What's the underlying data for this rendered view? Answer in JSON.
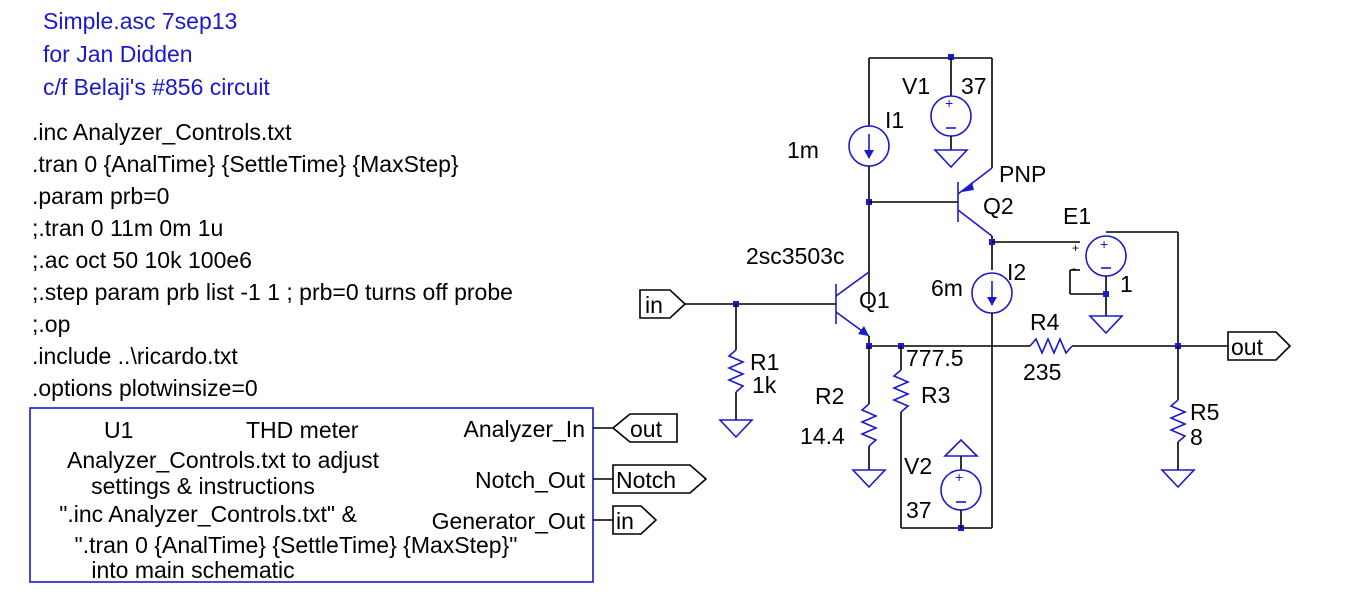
{
  "header_comments": [
    "Simple.asc 7sep13",
    "for Jan Didden",
    "c/f Belaji's #856 circuit"
  ],
  "spice_directives": [
    ".inc Analyzer_Controls.txt",
    ".tran 0 {AnalTime} {SettleTime} {MaxStep}",
    ".param prb=0",
    ";.tran 0 11m 0m 1u",
    ";.ac oct 50 10k 100e6",
    ";.step param prb list -1 1 ; prb=0 turns off probe",
    ";.op",
    ".include ..\\ricardo.txt",
    ".options plotwinsize=0"
  ],
  "subcircuit": {
    "ref": "U1",
    "name": "THD meter",
    "description": [
      "Analyzer_Controls.txt to adjust",
      "settings & instructions",
      "\".inc Analyzer_Controls.txt\" &",
      "\".tran 0 {AnalTime} {SettleTime} {MaxStep}\"",
      "into main schematic"
    ],
    "pins": {
      "in": "Analyzer_In",
      "notch": "Notch_Out",
      "gen": "Generator_Out"
    },
    "ports": {
      "in": "out",
      "notch": "Notch",
      "gen": "in"
    }
  },
  "net_labels": {
    "input": "in",
    "output": "out"
  },
  "components": {
    "V1": {
      "ref": "V1",
      "value": "37"
    },
    "V2": {
      "ref": "V2",
      "value": "37"
    },
    "I1": {
      "ref": "I1",
      "value": "1m"
    },
    "I2": {
      "ref": "I2",
      "value": "6m"
    },
    "Q1": {
      "ref": "Q1",
      "value": "2sc3503c"
    },
    "Q2": {
      "ref": "Q2",
      "value": "PNP"
    },
    "E1": {
      "ref": "E1",
      "value": "1"
    },
    "R1": {
      "ref": "R1",
      "value": "1k"
    },
    "R2": {
      "ref": "R2",
      "value": "14.4"
    },
    "R3": {
      "ref": "R3",
      "value": "777.5"
    },
    "R4": {
      "ref": "R4",
      "value": "235"
    },
    "R5": {
      "ref": "R5",
      "value": "8"
    }
  },
  "colors": {
    "wire": "#000000",
    "component": "#1a1acc",
    "comment": "#1a1acc",
    "text": "#000000"
  }
}
